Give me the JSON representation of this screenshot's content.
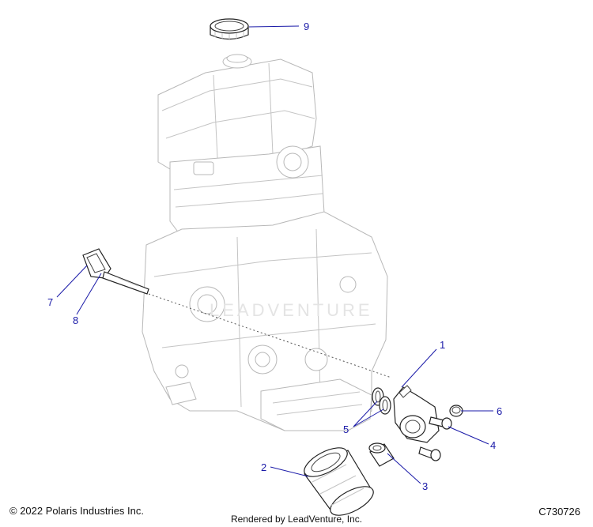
{
  "diagram": {
    "callouts": [
      "1",
      "2",
      "3",
      "4",
      "5",
      "6",
      "7",
      "8",
      "9"
    ],
    "watermark": "LEADVENTURE"
  },
  "footer": {
    "copyright": "© 2022 Polaris Industries Inc.",
    "drawing_number": "C730726",
    "rendered_by": "Rendered by LeadVenture, Inc."
  },
  "colors": {
    "callout": "#1a1aa8",
    "engine_outline": "#b8b8b8",
    "part_outline": "#444444"
  }
}
